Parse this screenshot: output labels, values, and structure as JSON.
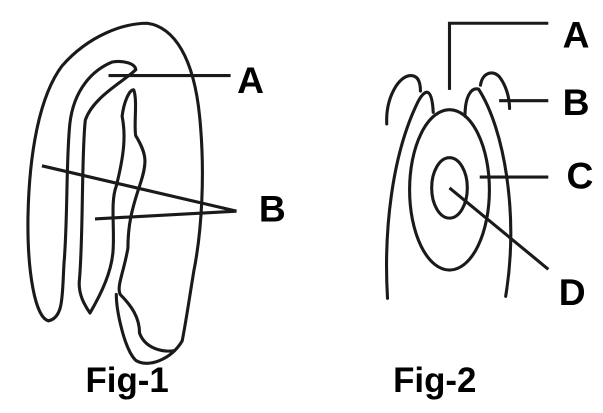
{
  "figures": [
    {
      "caption": "Fig-1",
      "labels": {
        "a": "A",
        "b": "B"
      }
    },
    {
      "caption": "Fig-2",
      "labels": {
        "a": "A",
        "b": "B",
        "c": "C",
        "d": "D"
      }
    }
  ]
}
